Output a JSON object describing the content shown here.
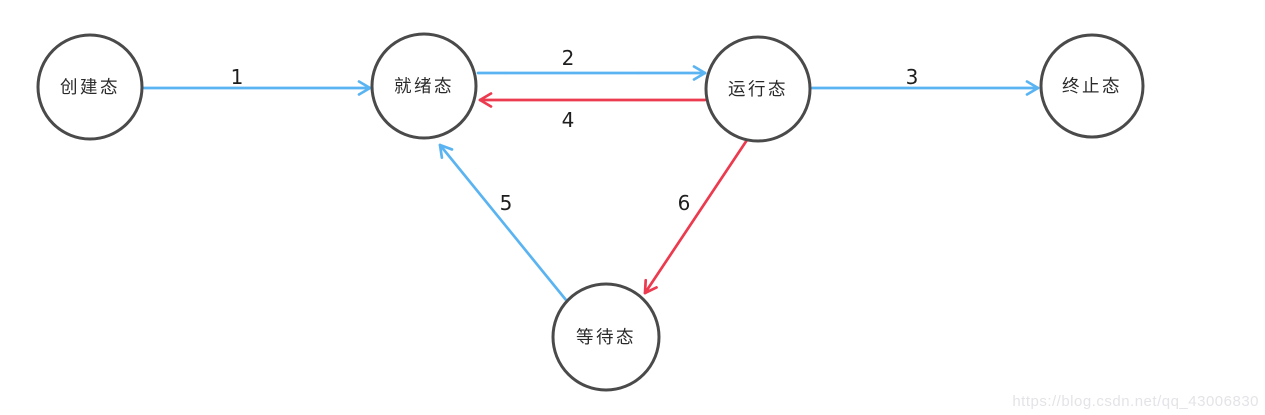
{
  "diagram": {
    "type": "state-transition-diagram",
    "colors": {
      "blue": "#5bb4f2",
      "red": "#ec3a4f",
      "node_stroke": "#4a4a4a",
      "label": "#1e1e1e",
      "watermark": "#e4e4e8"
    },
    "nodes": [
      {
        "id": "create",
        "label": "创建态"
      },
      {
        "id": "ready",
        "label": "就绪态"
      },
      {
        "id": "running",
        "label": "运行态"
      },
      {
        "id": "terminated",
        "label": "终止态"
      },
      {
        "id": "waiting",
        "label": "等待态"
      }
    ],
    "edges": [
      {
        "label": "1",
        "from": "创建态",
        "to": "就绪态",
        "color": "blue"
      },
      {
        "label": "2",
        "from": "就绪态",
        "to": "运行态",
        "color": "blue"
      },
      {
        "label": "3",
        "from": "运行态",
        "to": "终止态",
        "color": "blue"
      },
      {
        "label": "4",
        "from": "运行态",
        "to": "就绪态",
        "color": "red"
      },
      {
        "label": "5",
        "from": "等待态",
        "to": "就绪态",
        "color": "blue"
      },
      {
        "label": "6",
        "from": "运行态",
        "to": "等待态",
        "color": "red"
      }
    ]
  },
  "watermark": {
    "text": "https://blog.csdn.net/qq_43006830"
  }
}
